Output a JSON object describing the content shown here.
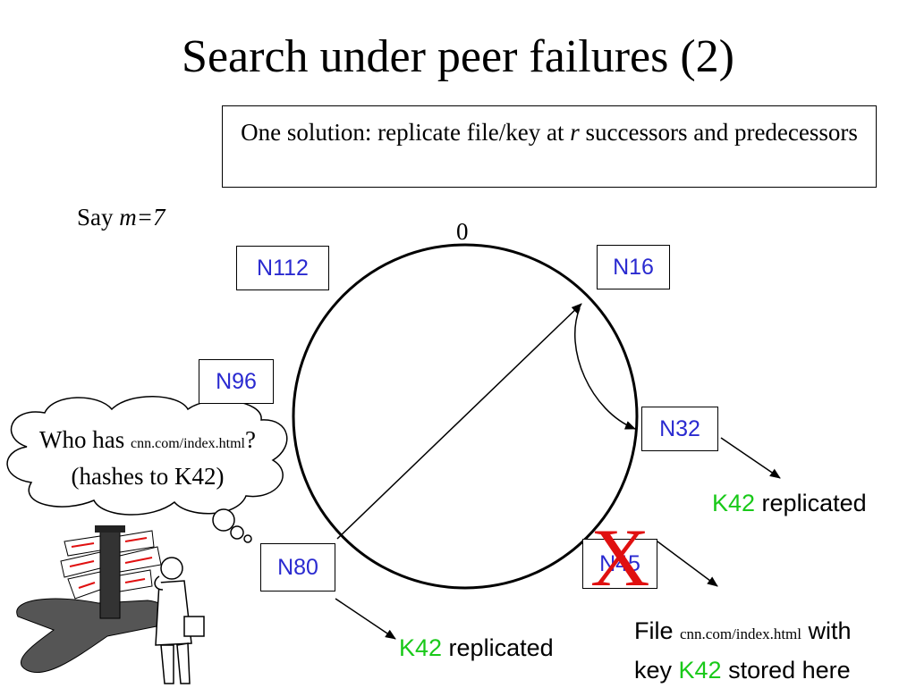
{
  "title": "Search under peer failures (2)",
  "solution": {
    "prefix": "One solution: replicate file/key at ",
    "var": "r",
    "suffix": " successors and predecessors"
  },
  "say": {
    "prefix": "Say ",
    "var": "m=7"
  },
  "ring_zero_label": "0",
  "nodes": {
    "n112": "N112",
    "n16": "N16",
    "n96": "N96",
    "n32": "N32",
    "n80": "N80",
    "n45": "N45"
  },
  "query": {
    "line1_prefix": "Who has ",
    "url": "cnn.com/index.html",
    "line1_suffix": "?",
    "line2": "(hashes to K42)"
  },
  "replicated_right": {
    "key": "K42",
    "text": " replicated"
  },
  "replicated_bottom": {
    "key": "K42",
    "text": " replicated"
  },
  "stored": {
    "line1_prefix": "File ",
    "url": "cnn.com/index.html",
    "line1_suffix": " with",
    "line2_prefix": "key ",
    "key": "K42",
    "line2_suffix": " stored here"
  },
  "failure_mark": "X",
  "colors": {
    "node_text": "#2a2ad0",
    "key_green": "#19c919",
    "failure_red": "#e01010"
  }
}
